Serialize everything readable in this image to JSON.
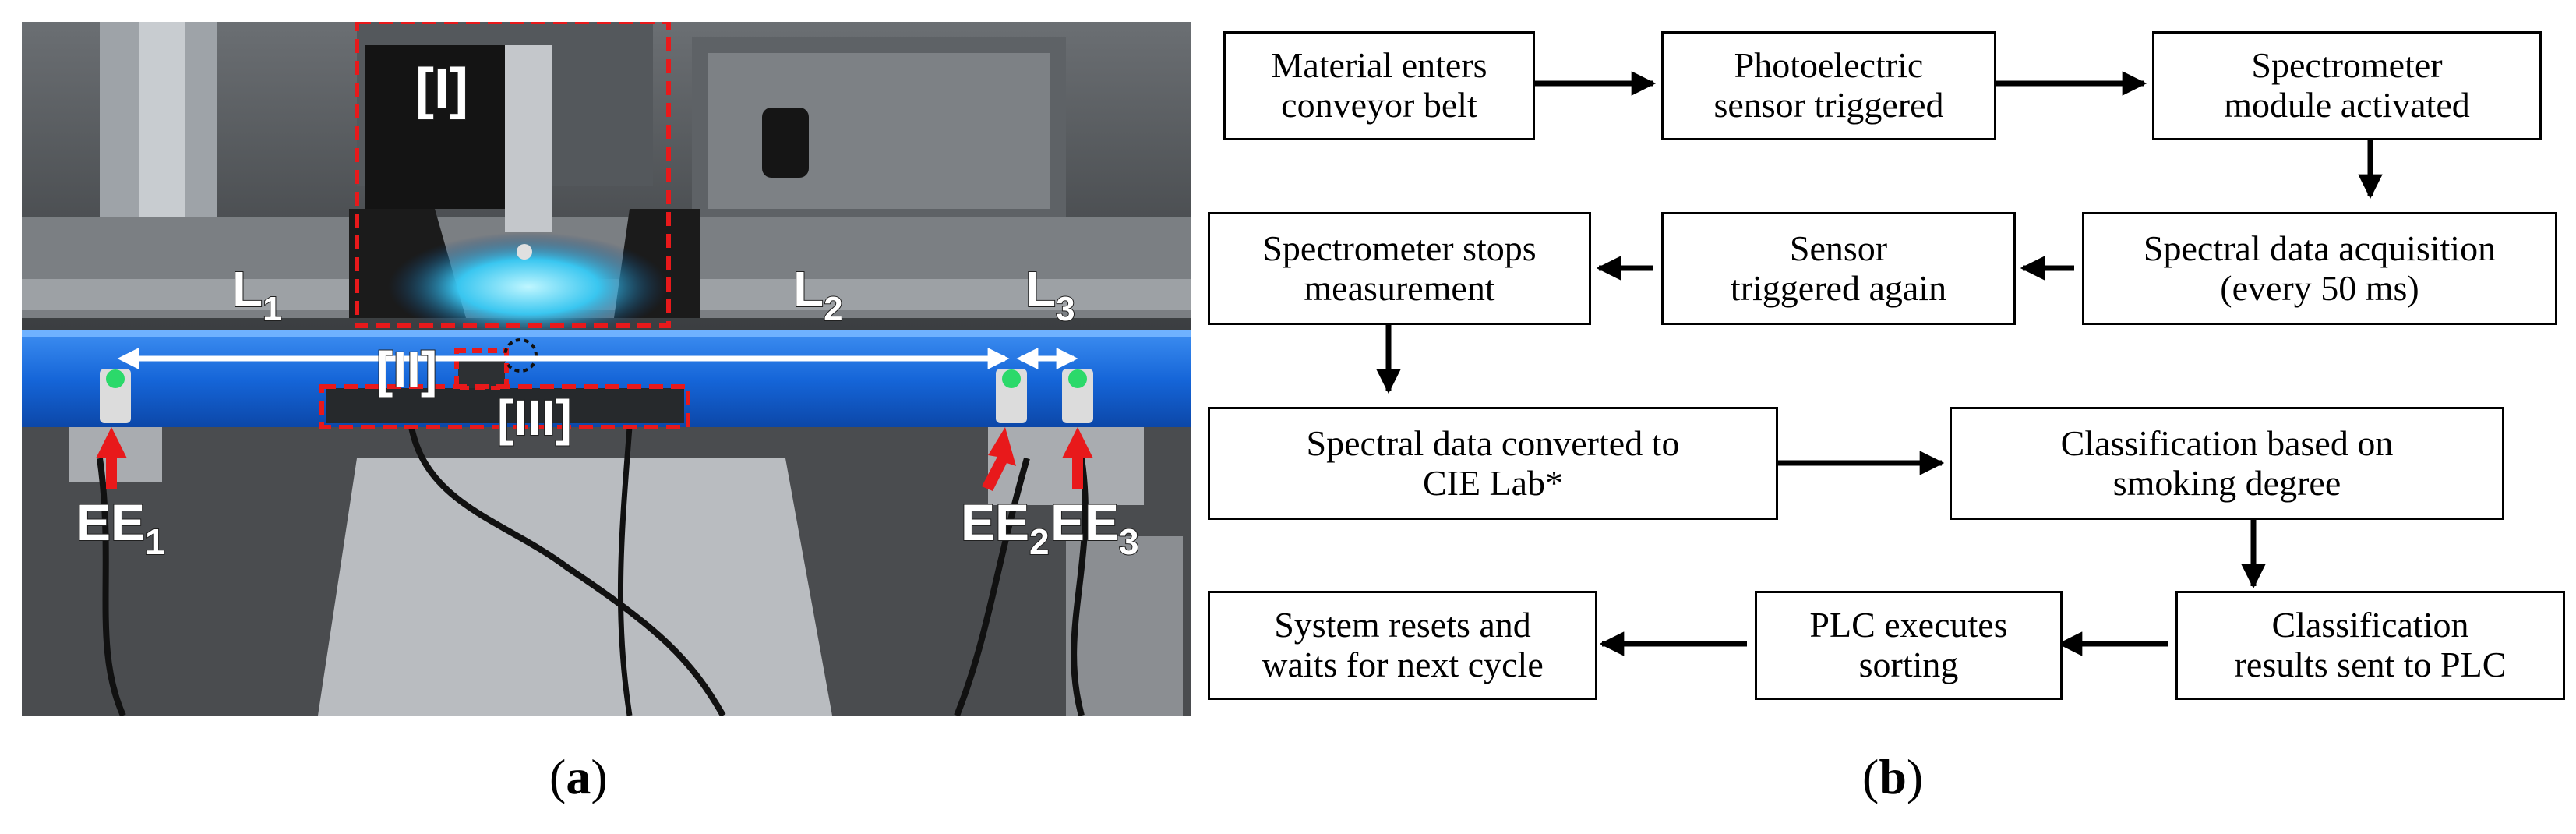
{
  "panel_a": {
    "caption_open": "(",
    "caption_letter": "a",
    "caption_close": ")",
    "labels": {
      "region_1": "[I]",
      "region_2": "[II]",
      "region_3": "[III]",
      "L1": "L",
      "L1_sub": "1",
      "L2": "L",
      "L2_sub": "2",
      "L3": "L",
      "L3_sub": "3",
      "EE1": "EE",
      "EE1_sub": "1",
      "EE2": "EE",
      "EE2_sub": "2",
      "EE3": "EE",
      "EE3_sub": "3"
    },
    "colors": {
      "highlight_red": "#e8191b",
      "conveyor_blue": "#1565d8",
      "arrow_white": "#ffffff"
    }
  },
  "panel_b": {
    "caption_open": "(",
    "caption_letter": "b",
    "caption_close": ")",
    "boxes": [
      {
        "id": "b1",
        "text": "Material enters\nconveyor belt"
      },
      {
        "id": "b2",
        "text": "Photoelectric\nsensor triggered"
      },
      {
        "id": "b3",
        "text": "Spectrometer\nmodule activated"
      },
      {
        "id": "b4",
        "text": "Spectral data acquisition\n(every 50 ms)"
      },
      {
        "id": "b5",
        "text": "Sensor\ntriggered again"
      },
      {
        "id": "b6",
        "text": "Spectrometer stops\nmeasurement"
      },
      {
        "id": "b7",
        "text": "Spectral data converted to\nCIE Lab*"
      },
      {
        "id": "b8",
        "text": "Classification based on\nsmoking degree"
      },
      {
        "id": "b9",
        "text": "Classification\nresults sent to PLC"
      },
      {
        "id": "b10",
        "text": "PLC executes\nsorting"
      },
      {
        "id": "b11",
        "text": "System resets and\nwaits for next cycle"
      }
    ],
    "edges": [
      {
        "from": "Material enters conveyor belt",
        "to": "Photoelectric sensor triggered"
      },
      {
        "from": "Photoelectric sensor triggered",
        "to": "Spectrometer module activated"
      },
      {
        "from": "Spectrometer module activated",
        "to": "Spectral data acquisition (every 50 ms)"
      },
      {
        "from": "Spectral data acquisition (every 50 ms)",
        "to": "Sensor triggered again"
      },
      {
        "from": "Sensor triggered again",
        "to": "Spectrometer stops measurement"
      },
      {
        "from": "Spectrometer stops measurement",
        "to": "Spectral data converted to CIE Lab*"
      },
      {
        "from": "Spectral data converted to CIE Lab*",
        "to": "Classification based on smoking degree"
      },
      {
        "from": "Classification based on smoking degree",
        "to": "Classification results sent to PLC"
      },
      {
        "from": "Classification results sent to PLC",
        "to": "PLC executes sorting"
      },
      {
        "from": "PLC executes sorting",
        "to": "System resets and waits for next cycle"
      }
    ]
  }
}
